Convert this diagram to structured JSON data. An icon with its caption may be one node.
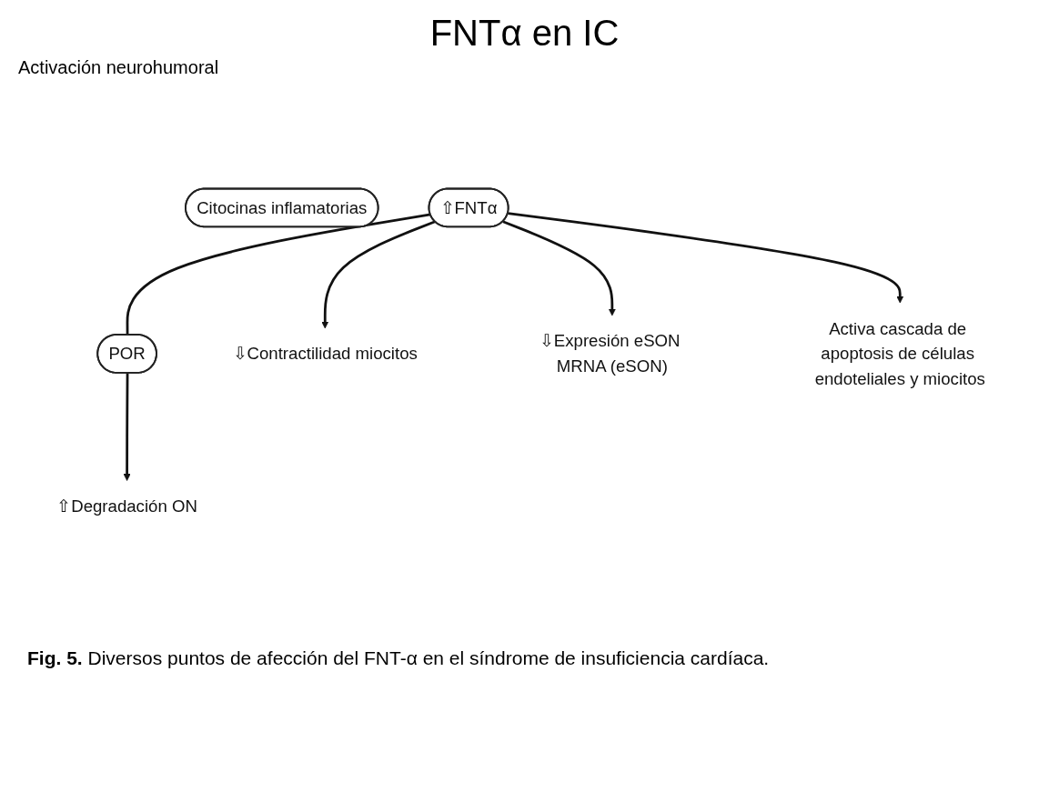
{
  "diagram": {
    "title": "FNTα en IC",
    "caption": "**Fig. 5.** Diversos puntos de afección del FNT-α en el síndrome de insuficiencia cardíaca.",
    "nodes": [
      {
        "text": [
          "Citocinas inflamatorias"
        ]
      },
      {
        "text": [
          "⇧FNTα"
        ]
      },
      {
        "text": [
          "POR"
        ]
      },
      {
        "text": [
          "⇩Contractilidad miocitos"
        ]
      },
      {
        "text": [
          "⇧Degradación ON"
        ]
      },
      {
        "text": [
          "⇩Expresión eSON MRNA (eSON)"
        ]
      },
      {
        "text": [
          "Activa cascada de apoptosis de células endoteliales y miocitos"
        ]
      }
    ],
    "edges": [
      {
        "from": 1,
        "to": 3,
        "arrow": "to"
      },
      {
        "from": 1,
        "to": 2,
        "arrow": "none"
      },
      {
        "from": 2,
        "to": 4,
        "arrow": "to"
      },
      {
        "from": 1,
        "to": 5,
        "arrow": "to"
      },
      {
        "from": 1,
        "to": 6,
        "arrow": "to"
      }
    ],
    "labels": [
      "Activación neurohumoral"
    ]
  }
}
